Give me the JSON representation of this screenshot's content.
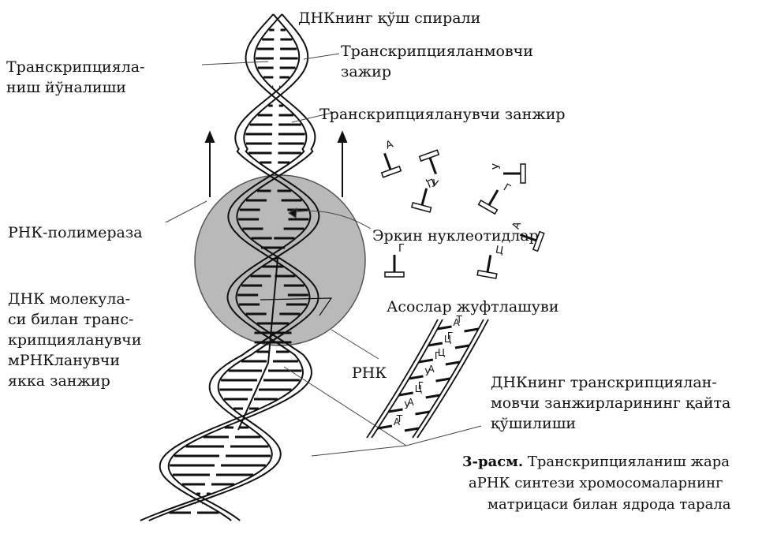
{
  "labels": {
    "double_helix": "ДНКнинг қўш спирали",
    "direction": [
      "Транскрипцияла-",
      "ниш йўналиши"
    ],
    "non_template_strand": [
      "Транскрипцияланмовчи",
      "зажир"
    ],
    "template_strand": "Транскрипцияланувчи занжир",
    "rna_polymerase": "РНК-полимераза",
    "free_nucleotides": "Эркин нуклеотидлар",
    "single_strand_note": [
      "ДНК молекула-",
      "си билан транс-",
      "крипцияланувчи",
      "мРНКланувчи",
      "якка занжир"
    ],
    "base_pairing": "Асослар жуфтлашуви",
    "rna": "РНК",
    "rejoining": [
      "ДНКнинг транскрипциялан-",
      "мовчи занжирларининг қайта",
      "қўшилиши"
    ]
  },
  "caption": {
    "label": "3-расм.",
    "line1_rest": "Транскрипцияланиш жара",
    "line2": "аРНК синтези хромосомаларнинг",
    "line3": "матрицаси билан ядрода тарала"
  },
  "free_nucleotide_letters": [
    "А",
    "Ц",
    "У",
    "У",
    "Г",
    "А",
    "Г",
    "Ц"
  ],
  "pairing_letters": {
    "rna_side": [
      "А",
      "Ц",
      "Г",
      "У",
      "Ц",
      "У",
      "А"
    ],
    "dna_side": [
      "Т",
      "Г",
      "Ц",
      "А",
      "Г",
      "А",
      "Т"
    ]
  },
  "colors": {
    "polymerase": "#b9b9b9",
    "ink": "#111111"
  }
}
